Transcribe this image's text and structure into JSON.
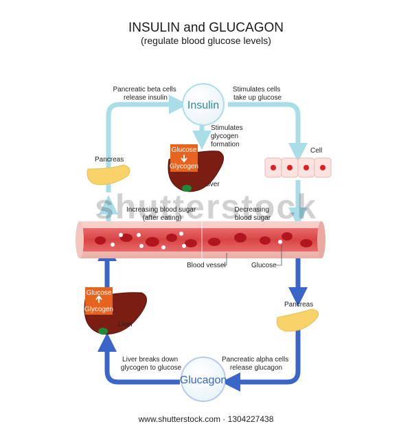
{
  "title": "INSULIN and GLUCAGON",
  "subtitle": "(regulate blood glucose levels)",
  "hormones": {
    "insulin": "Insulin",
    "glucagon": "Glucagon"
  },
  "labels": {
    "beta_cells": [
      "Pancreatic beta cells",
      "release insulin"
    ],
    "stimulates_uptake": [
      "Stimulates cells",
      "take up glucose"
    ],
    "stimulates_glycogen": [
      "Stimulates",
      "glycogen",
      "formation"
    ],
    "cell": "Cell",
    "pancreas_top": "Pancreas",
    "liver_top": "Liver",
    "increasing": [
      "Increasing blood sugar",
      "(after eating)"
    ],
    "decreasing": [
      "Decreasing",
      "blood sugar"
    ],
    "blood_vessel": "Blood vessel",
    "glucose": "Glucose",
    "pancreas_bottom": "Pancreas",
    "liver_bottom": "Liver",
    "liver_breaks": [
      "Liver breaks down",
      "glycogen to glucose"
    ],
    "alpha_cells": [
      "Pancreatic alpha cells",
      "release glucagon"
    ]
  },
  "boxes": {
    "top": {
      "line1": "Glucose",
      "line2": "Glycogen",
      "arrow": "down"
    },
    "bottom": {
      "line1": "Glucose",
      "line2": "Glycogen",
      "arrow": "up"
    }
  },
  "watermark": "shutterstock",
  "footer": "www.shutterstock.com · 1304227438",
  "colors": {
    "insulin_arrow": "#a9dde8",
    "glucagon_arrow": "#3a66c8",
    "vessel_wall": "#f3c6c0",
    "vessel_lumen": "#e15a5a",
    "red_cell": "#b0161e",
    "liver": "#7a1e14",
    "gallbladder": "#1f8a3a",
    "pancreas": "#f7d36a",
    "box": "#e8641e",
    "cell_fill": "#fde3e0",
    "cell_nucleus": "#e02020"
  }
}
